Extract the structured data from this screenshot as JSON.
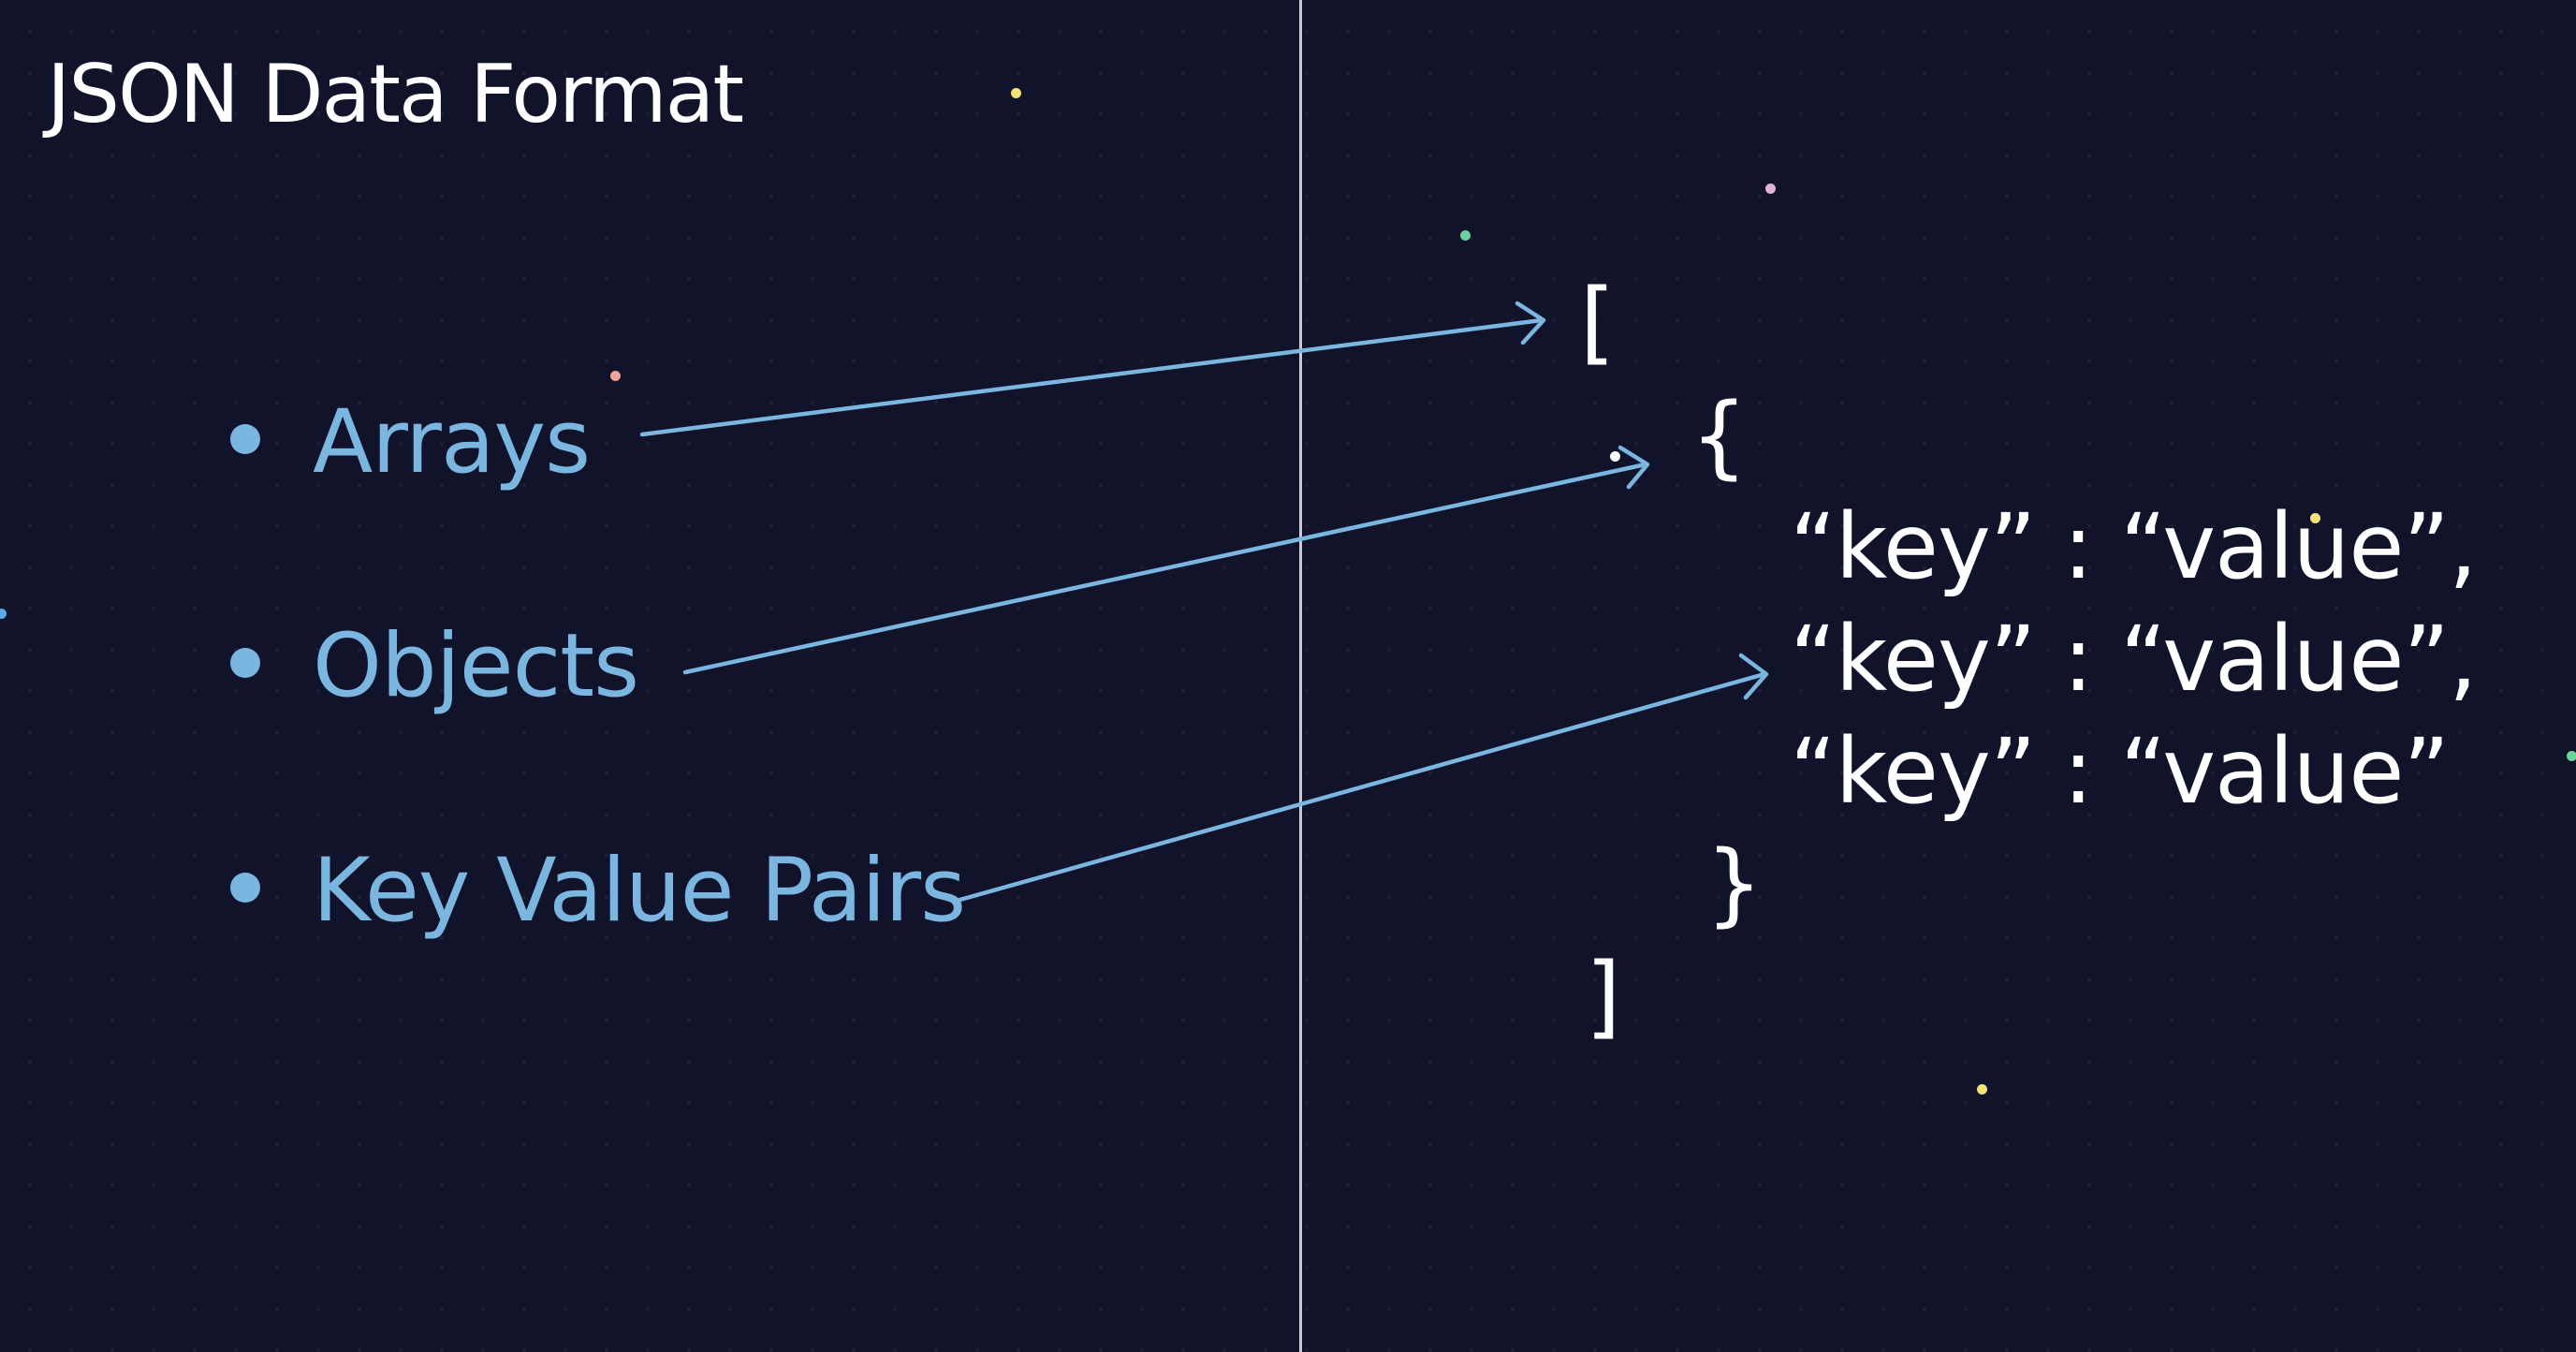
{
  "title": "JSON Data Format",
  "colors": {
    "background": "#10132a",
    "title": "#ffffff",
    "bullet_text": "#7ab6e0",
    "arrow": "#7ab6e0",
    "code_text": "#ffffff",
    "divider": "#c9cbd6",
    "sparkle_yellow": "#f4e27a",
    "sparkle_pink": "#f0a39a",
    "sparkle_lilac": "#e2b3d6",
    "sparkle_green": "#6cd39a",
    "sparkle_blue": "#5aa8e6"
  },
  "bullets": [
    {
      "label": "Arrays"
    },
    {
      "label": "Objects"
    },
    {
      "label": "Key Value Pairs"
    }
  ],
  "json_example": {
    "open_bracket": "[",
    "open_brace": "{",
    "pairs": [
      "“key” : “value”,",
      "“key” : “value”,",
      "“key” : “value”"
    ],
    "close_brace": "}",
    "close_bracket": "]"
  }
}
